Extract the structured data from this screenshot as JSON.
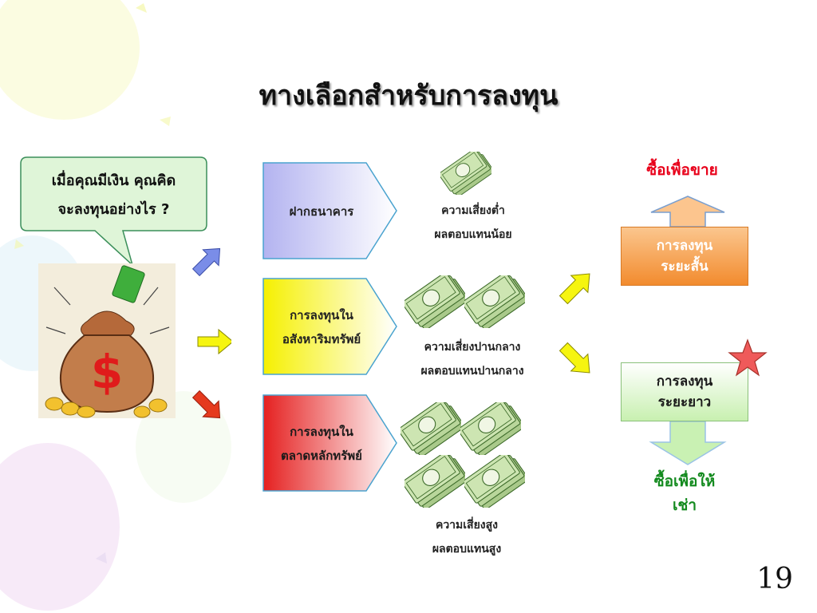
{
  "title": "ทางเลือกสำหรับการลงทุน",
  "bubble": {
    "line1": "เมื่อคุณมีเงิน คุณคิด",
    "line2": "จะลงทุนอย่างไร ?"
  },
  "options": [
    {
      "label": "ฝากธนาคาร",
      "risk": "ความเสี่ยงต่ำ",
      "return": "ผลตอบแทนน้อย",
      "color": "#b3b3f0"
    },
    {
      "label_line1": "การลงทุนใน",
      "label_line2": "อสังหาริมทรัพย์",
      "risk": "ความเสี่ยงปานกลาง",
      "return": "ผลตอบแทนปานกลาง",
      "color": "#f5f000"
    },
    {
      "label_line1": "การลงทุนใน",
      "label_line2": "ตลาดหลักทรัพย์",
      "risk": "ความเสี่ยงสูง",
      "return": "ผลตอบแทนสูง",
      "color": "#e52020"
    }
  ],
  "horizon": {
    "short_line1": "การลงทุน",
    "short_line2": "ระยะสั้น",
    "long_line1": "การลงทุน",
    "long_line2": "ระยะยาว",
    "sell": "ซื้อเพื่อขาย",
    "rent_line1": "ซื้อเพื่อให้",
    "rent_line2": "เช่า"
  },
  "icons": {
    "bag": "money-bag-icon",
    "cash": "banknote-stack-icon",
    "star": "star-icon"
  },
  "page_number": "19"
}
